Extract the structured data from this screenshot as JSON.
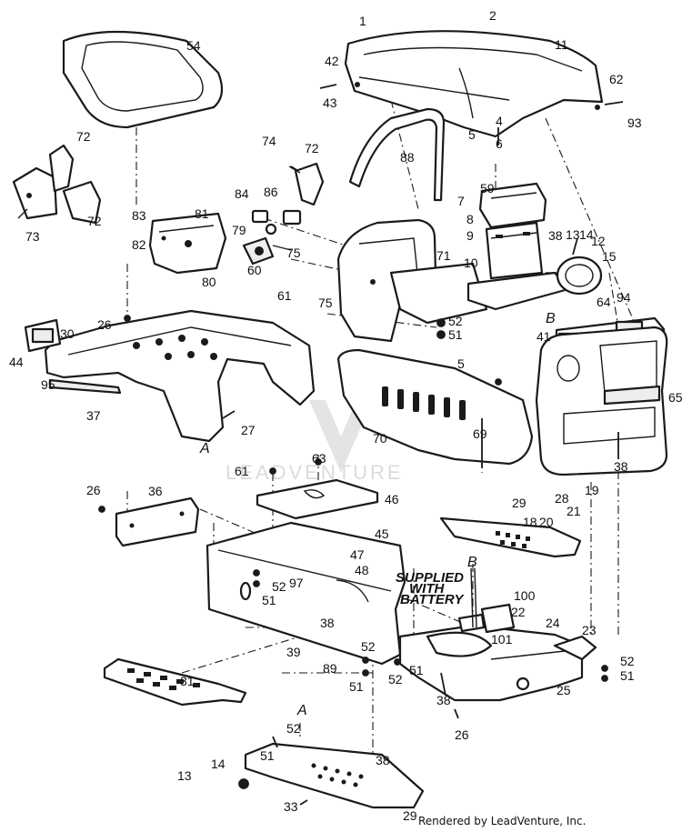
{
  "credit": "Rendered by LeadVenture, Inc.",
  "watermark": "LEADVENTURE",
  "note": [
    "SUPPLIED",
    "WITH",
    "BATTERY"
  ],
  "refs": {
    "A1": "A",
    "A2": "A",
    "B1": "B",
    "B2": "B",
    "n1": "1",
    "n2": "2",
    "n4": "4",
    "n5a": "5",
    "n5b": "5",
    "n6": "6",
    "n7": "7",
    "n8": "8",
    "n9": "9",
    "n10": "10",
    "n11": "11",
    "n12": "12",
    "n13a": "13",
    "n13b": "13",
    "n14a": "14",
    "n14b": "14",
    "n15": "15",
    "n18": "18",
    "n19": "19",
    "n20": "20",
    "n21": "21",
    "n22": "22",
    "n23": "23",
    "n24": "24",
    "n25": "25",
    "n26a": "26",
    "n26b": "26",
    "n26c": "26",
    "n27": "27",
    "n28": "28",
    "n29a": "29",
    "n29b": "29",
    "n30": "30",
    "n31": "31",
    "n33": "33",
    "n36": "36",
    "n37": "37",
    "n38a": "38",
    "n38b": "38",
    "n38c": "38",
    "n38d": "38",
    "n38e": "38",
    "n39": "39",
    "n41": "41",
    "n42": "42",
    "n43": "43",
    "n44": "44",
    "n45": "45",
    "n46": "46",
    "n47": "47",
    "n48": "48",
    "n51a": "51",
    "n51b": "51",
    "n51c": "51",
    "n51d": "51",
    "n51e": "51",
    "n51f": "51",
    "n52a": "52",
    "n52b": "52",
    "n52c": "52",
    "n52d": "52",
    "n52e": "52",
    "n52f": "52",
    "n54": "54",
    "n59": "59",
    "n60": "60",
    "n61a": "61",
    "n61b": "61",
    "n62": "62",
    "n63": "63",
    "n64": "64",
    "n65": "65",
    "n69": "69",
    "n70": "70",
    "n71": "71",
    "n72a": "72",
    "n72b": "72",
    "n72c": "72",
    "n73": "73",
    "n74": "74",
    "n75a": "75",
    "n75b": "75",
    "n79": "79",
    "n80": "80",
    "n81": "81",
    "n82": "82",
    "n83": "83",
    "n84": "84",
    "n86": "86",
    "n88": "88",
    "n89": "89",
    "n93": "93",
    "n94": "94",
    "n95": "95",
    "n97": "97",
    "n100": "100",
    "n101": "101"
  }
}
